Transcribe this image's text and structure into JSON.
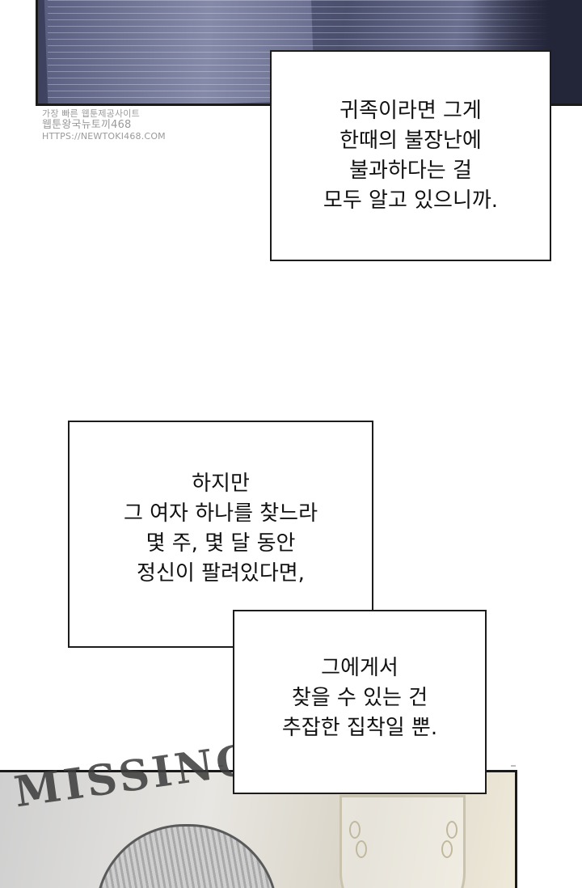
{
  "watermark": {
    "line1": "가장 빠른 웹툰제공사이트",
    "line2": "웹툰왕국뉴토끼468",
    "line3": "HTTPS://NEWTOKI468.COM"
  },
  "caption1": {
    "lines": [
      "귀족이라면 그게",
      "한때의 불장난에",
      "불과하다는 걸",
      "모두 알고 있으니까."
    ]
  },
  "caption2": {
    "lines": [
      "하지만",
      "그 여자 하나를 찾느라",
      "몇 주, 몇 달 동안",
      "정신이 팔려있다면,"
    ]
  },
  "caption3": {
    "lines": [
      "그에게서",
      "찾을 수 있는 건",
      "추잡한 집착일 뿐."
    ]
  },
  "poster": {
    "headline": "MISSING"
  }
}
